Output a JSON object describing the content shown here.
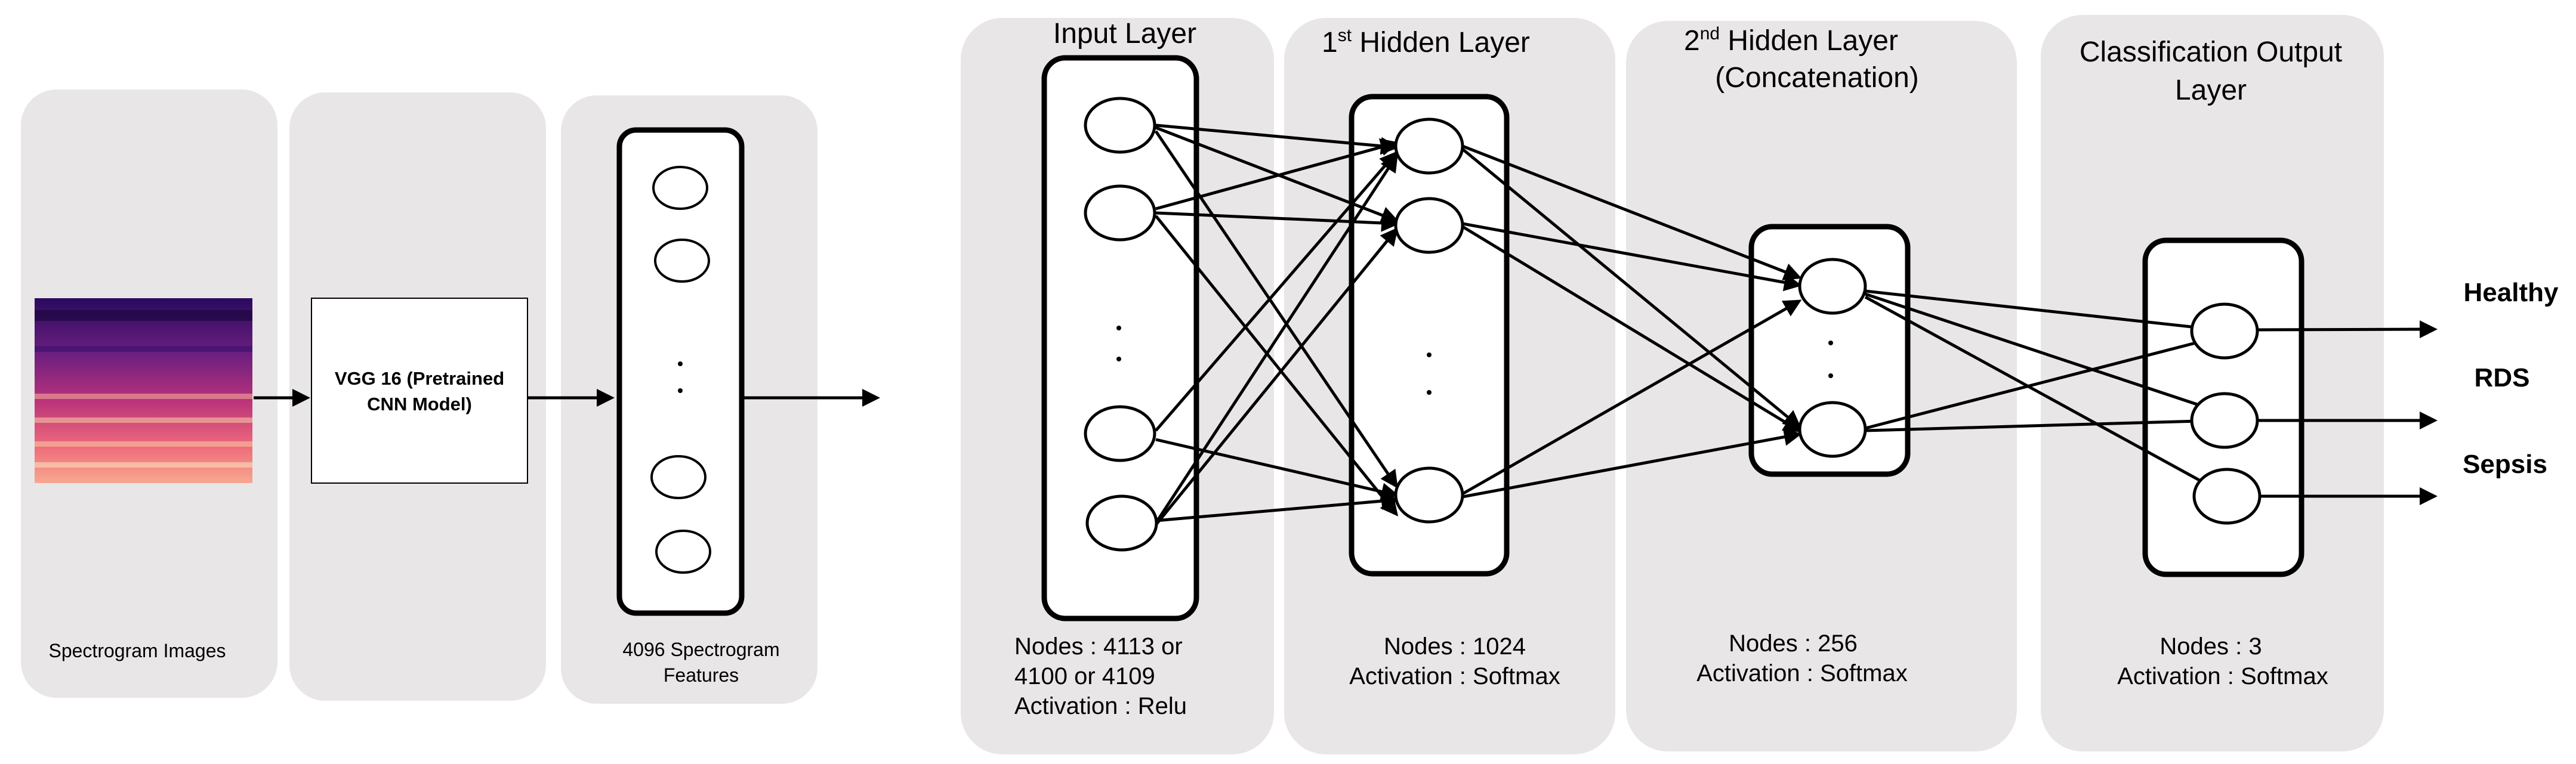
{
  "pipeline": {
    "spectrogram_caption": "Spectrogram Images",
    "vgg_label_line1": "VGG 16 (Pretrained",
    "vgg_label_line2": "CNN Model)",
    "features_caption_line1": "4096 Spectrogram",
    "features_caption_line2": "Features"
  },
  "network": {
    "input_layer": {
      "title": "Input Layer",
      "nodes_line1": "Nodes : 4113 or",
      "nodes_line2": "4100 or 4109",
      "activation": "Activation : Relu"
    },
    "hidden1": {
      "title_num": "1",
      "title_sup": "st",
      "title_rest": " Hidden Layer",
      "nodes": "Nodes  : 1024",
      "activation": "Activation  : Softmax"
    },
    "hidden2": {
      "title_num": "2",
      "title_sup": "nd",
      "title_rest": " Hidden Layer",
      "title_line2": "(Concatenation)",
      "nodes": "Nodes  : 256",
      "activation": "Activation : Softmax"
    },
    "output_layer": {
      "title_line1": "Classification Output",
      "title_line2": "Layer",
      "nodes": "Nodes  : 3",
      "activation": "Activation : Softmax"
    }
  },
  "classes": [
    "Healthy",
    "RDS",
    "Sepsis"
  ],
  "colors": {
    "panel": "#e9e6e7",
    "line": "#000000",
    "spectrogram_dark": "#2a0a5e",
    "spectrogram_mid": "#b8327a",
    "spectrogram_light": "#f7a88e"
  }
}
